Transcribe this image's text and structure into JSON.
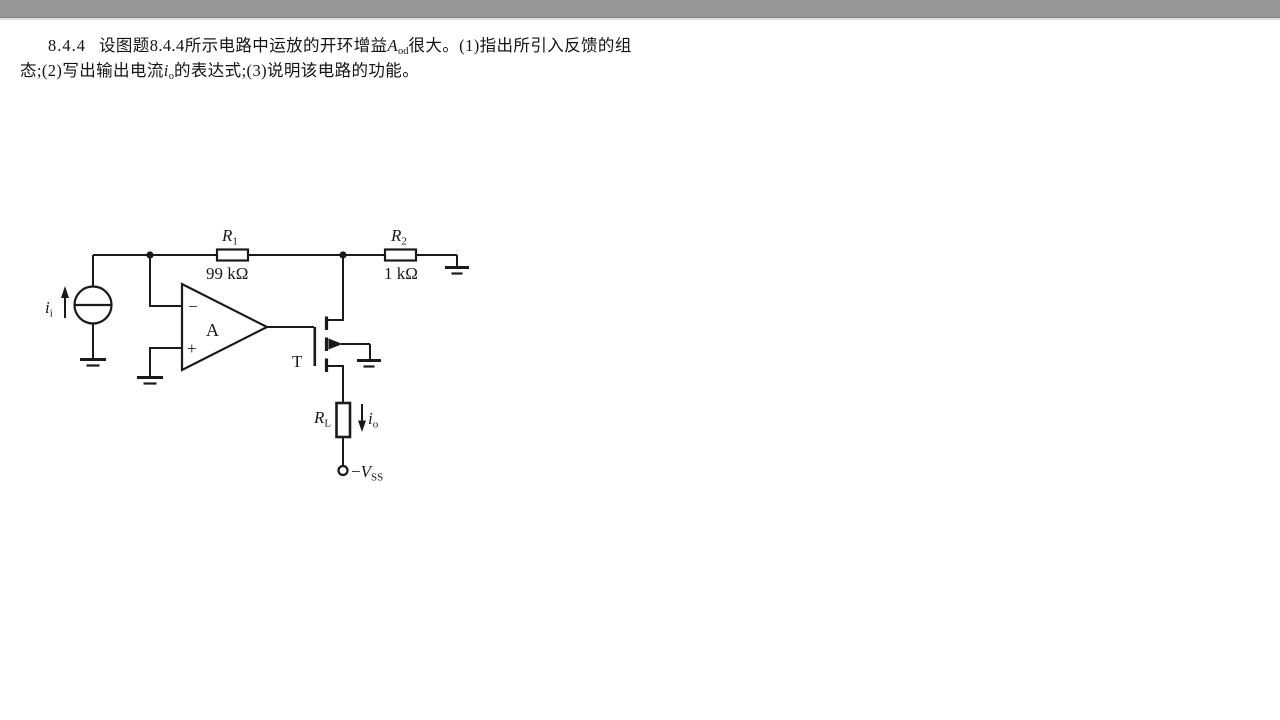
{
  "topbar": {
    "color": "#969696"
  },
  "problem": {
    "number": "8.4.4",
    "line1_text": "设图题8.4.4所示电路中运放的开环增益",
    "gain_var": "A",
    "gain_sub": "od",
    "line1_end": "很大。(1)指出所引入反馈的组",
    "line2_start": "态;(2)写出输出电流",
    "out_var": "i",
    "out_sub": "o",
    "line2_end": "的表达式;(3)说明该电路的功能。"
  },
  "circuit": {
    "ink": "#1a1a1a",
    "input_source": {
      "var": "i",
      "sub": "i"
    },
    "r1": {
      "var": "R",
      "sub": "1",
      "value": "99 kΩ"
    },
    "r2": {
      "var": "R",
      "sub": "2",
      "value": "1 kΩ"
    },
    "opamp": {
      "label": "A",
      "minus": "−",
      "plus": "+"
    },
    "transistor": {
      "label": "T"
    },
    "load": {
      "var": "R",
      "sub": "L"
    },
    "output_current": {
      "var": "i",
      "sub": "o"
    },
    "supply": {
      "minus": "−",
      "var": "V",
      "sub": "SS"
    }
  }
}
